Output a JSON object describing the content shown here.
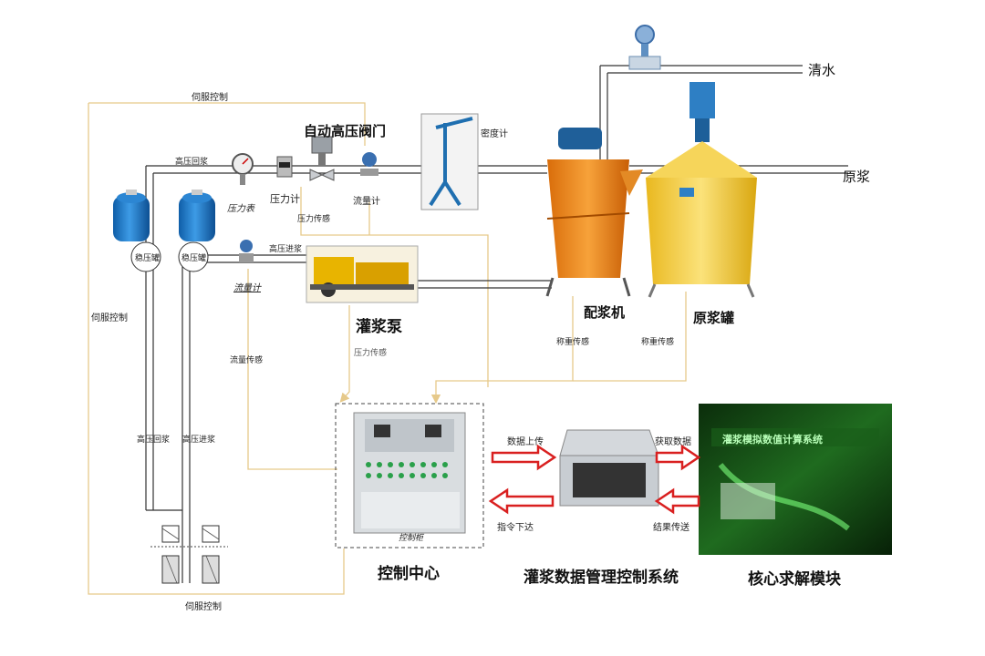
{
  "labels": {
    "servo_top": "伺服控制",
    "servo_left": "伺服控制",
    "servo_bottom": "伺服控制",
    "high_return_top": "高压回浆",
    "high_inlet_top": "高压进浆",
    "high_return_vert": "高压回浆",
    "high_inlet_vert": "高压进浆",
    "auto_valve": "自动高压阀门",
    "densimeter": "密度计",
    "pressure_gauge": "压力表",
    "pressure_meter": "压力计",
    "pressure_sensor_small": "压力传感",
    "flowmeter_top": "流量计",
    "flowmeter_bottom": "流量计",
    "stabilizer_left": "稳压罐",
    "stabilizer_right": "稳压罐",
    "grout_pump": "灌浆泵",
    "pressure_sensor": "压力传感",
    "flow_sensor": "流量传感",
    "mixer": "配浆机",
    "raw_tank": "原浆罐",
    "weight_sensor_left": "称重传感",
    "weight_sensor_right": "称重传感",
    "clean_water": "清水",
    "raw_slurry": "原浆",
    "data_upload": "数据上传",
    "get_data": "获取数据",
    "command_down": "指令下达",
    "result_send": "结果传送",
    "control_cabinet": "控制柜",
    "control_center": "控制中心",
    "management_system": "灌浆数据管理控制系统",
    "core_module": "核心求解模块",
    "software_title": "灌浆模拟数值计算系统"
  },
  "colors": {
    "signal_line": "#e6c98a",
    "pipe": "#333333",
    "arrow_red": "#d92020",
    "tank_blue": "#1f78c8",
    "mixer_orange": "#f08c1e",
    "raw_tank_yellow": "#f4d03f",
    "pump_yellow": "#e8b400",
    "software_bg": "#0a3a0a",
    "software_green": "#4cff4c"
  }
}
